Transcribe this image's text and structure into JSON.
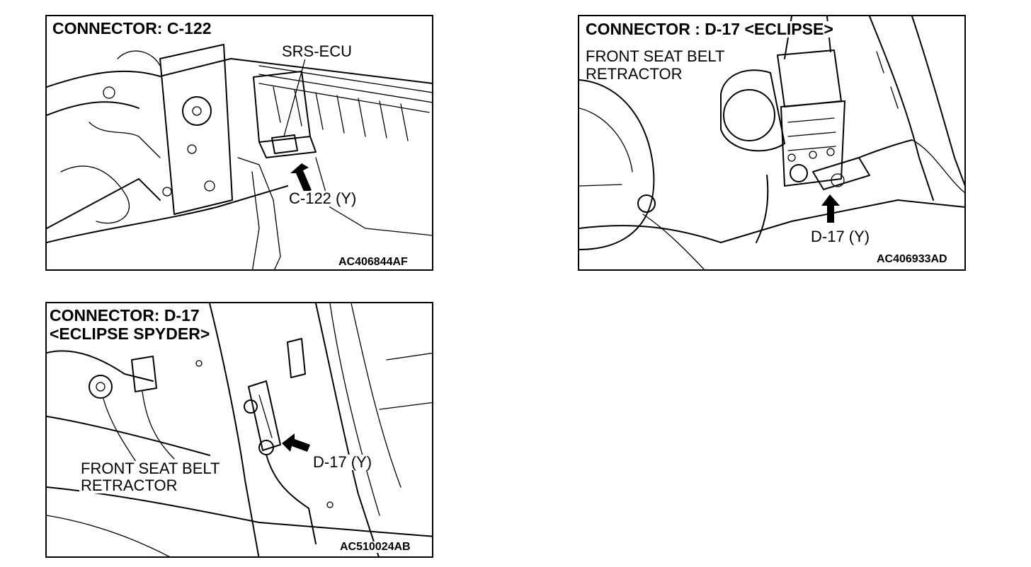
{
  "panels": [
    {
      "id": "c122",
      "title": "CONNECTOR: C-122",
      "callouts": [
        "SRS-ECU",
        "C-122 (Y)"
      ],
      "code": "AC406844AF"
    },
    {
      "id": "d17-eclipse",
      "title": "CONNECTOR : D-17 <ECLIPSE>",
      "callouts": [
        "FRONT SEAT BELT",
        "RETRACTOR",
        "D-17 (Y)"
      ],
      "code": "AC406933AD"
    },
    {
      "id": "d17-spyder",
      "title_lines": [
        "CONNECTOR: D-17",
        "<ECLIPSE SPYDER>"
      ],
      "callouts": [
        "FRONT SEAT BELT",
        "RETRACTOR",
        "D-17 (Y)"
      ],
      "code": "AC510024AB"
    }
  ]
}
